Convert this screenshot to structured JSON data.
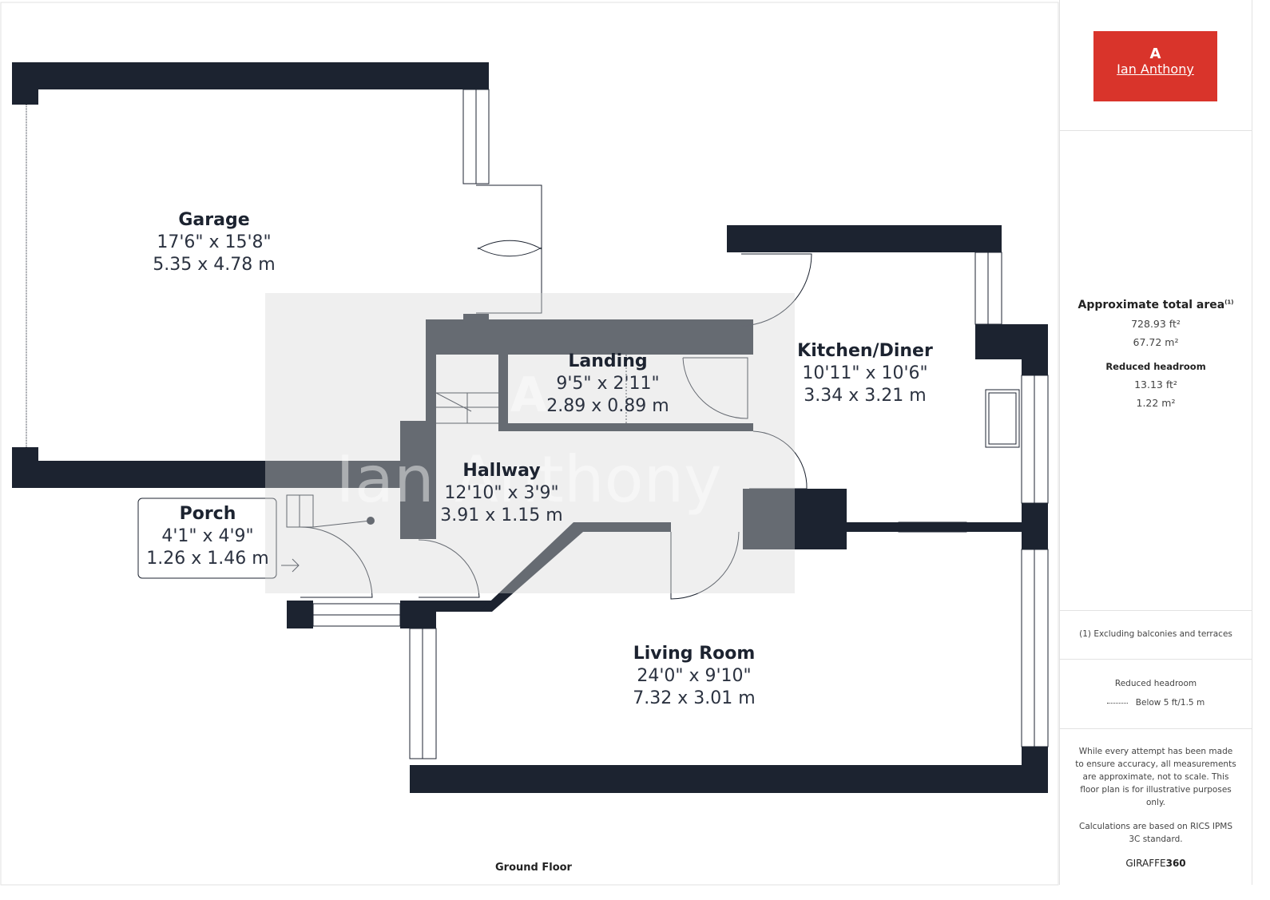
{
  "brand": {
    "name": "Ian Anthony",
    "mark": "A",
    "color": "#d9342b"
  },
  "wall_color": "#1c2330",
  "rooms": [
    {
      "name": "Garage",
      "imperial": "17'6\" x 15'8\"",
      "metric": "5.35 x 4.78 m"
    },
    {
      "name": "Landing",
      "imperial": "9'5\" x 2'11\"",
      "metric": "2.89 x 0.89 m"
    },
    {
      "name": "Kitchen/Diner",
      "imperial": "10'11\" x 10'6\"",
      "metric": "3.34 x 3.21 m"
    },
    {
      "name": "Hallway",
      "imperial": "12'10\" x 3'9\"",
      "metric": "3.91 x 1.15 m"
    },
    {
      "name": "Porch",
      "imperial": "4'1\" x 4'9\"",
      "metric": "1.26 x 1.46 m"
    },
    {
      "name": "Living Room",
      "imperial": "24'0\" x 9'10\"",
      "metric": "7.32 x 3.01 m"
    }
  ],
  "floor_label": "Ground Floor",
  "sidebar": {
    "total_title": "Approximate total area",
    "total_sup": "(1)",
    "total_ft": "728.93 ft²",
    "total_m": "67.72 m²",
    "reduced_title": "Reduced headroom",
    "reduced_ft": "13.13 ft²",
    "reduced_m": "1.22 m²",
    "footnote": "(1) Excluding balconies and terraces",
    "legend_title": "Reduced headroom",
    "legend_item": "Below 5 ft/1.5 m",
    "disclaimer": "While every attempt has been made to ensure accuracy, all measurements are approximate, not to scale. This floor plan is for illustrative purposes only.",
    "calc": "Calculations are based on RICS IPMS 3C standard.",
    "provider_a": "GIRAFFE",
    "provider_b": "360"
  }
}
